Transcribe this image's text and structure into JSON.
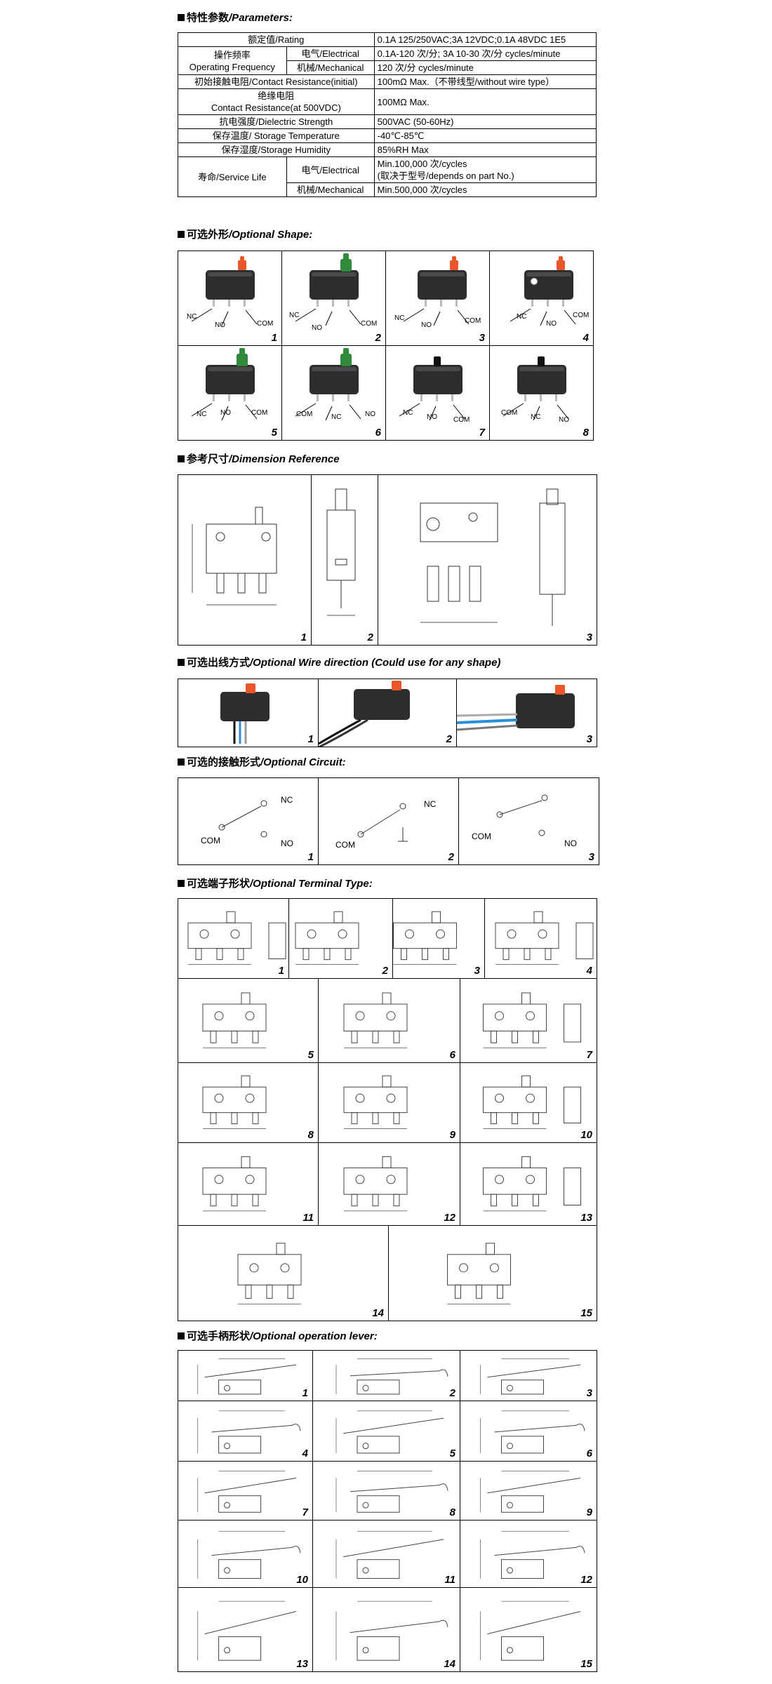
{
  "sections": {
    "parameters": {
      "zh": "特性参数",
      "en": "/Parameters:"
    },
    "shape": {
      "zh": "可选外形",
      "en": "/Optional Shape:"
    },
    "dimension": {
      "zh": "参考尺寸",
      "en": "/Dimension Reference"
    },
    "wire": {
      "zh": "可选出线方式",
      "en": "/Optional Wire direction (Could use for any shape)"
    },
    "circuit": {
      "zh": "可选的接触形式",
      "en": "/Optional Circuit:"
    },
    "terminal": {
      "zh": "可选端子形状",
      "en": "/Optional Terminal Type:"
    },
    "lever": {
      "zh": "可选手柄形状",
      "en": "/Optional operation lever:"
    }
  },
  "params": {
    "rating_label": "额定值/Rating",
    "rating_value": "0.1A 125/250VAC;3A 12VDC;0.1A 48VDC 1E5",
    "freq_label_zh": "操作频率",
    "freq_label_en": "Operating Frequency",
    "freq_elec_label": "电气/Electrical",
    "freq_elec_value": "0.1A-120 次/分; 3A 10-30 次/分  cycles/minute",
    "freq_mech_label": "机械/Mechanical",
    "freq_mech_value": "120 次/分    cycles/minute",
    "cr_label": "初始接触电阻/Contact Resistance(initial)",
    "cr_value": "100mΩ Max.（不带线型/without wire type）",
    "ir_label_zh": "绝缘电阻",
    "ir_label_en": "Contact Resistance(at 500VDC)",
    "ir_value": "100MΩ Max.",
    "ds_label": "抗电强度/Dielectric Strength",
    "ds_value": "500VAC (50-60Hz)",
    "st_label": "保存温度/ Storage Temperature",
    "st_value": "-40℃-85℃",
    "sh_label": "保存湿度/Storage Humidity",
    "sh_value": "85%RH Max",
    "life_label": "寿命/Service Life",
    "life_elec_label": "电气/Electrical",
    "life_elec_value1": "Min.100,000 次/cycles",
    "life_elec_value2": "(取决于型号/depends on part No.)",
    "life_mech_label": "机械/Mechanical",
    "life_mech_value": "Min.500,000 次/cycles"
  },
  "pins": {
    "nc": "NC",
    "no": "NO",
    "com": "COM"
  },
  "shape_numbers": [
    "1",
    "2",
    "3",
    "4",
    "5",
    "6",
    "7",
    "8"
  ],
  "dimension_numbers": [
    "1",
    "2",
    "3"
  ],
  "wire_numbers": [
    "1",
    "2",
    "3"
  ],
  "circuit_numbers": [
    "1",
    "2",
    "3"
  ],
  "terminal_numbers": [
    "1",
    "2",
    "3",
    "4",
    "5",
    "6",
    "7",
    "8",
    "9",
    "10",
    "11",
    "12",
    "13",
    "14",
    "15"
  ],
  "lever_numbers": [
    "1",
    "2",
    "3",
    "4",
    "5",
    "6",
    "7",
    "8",
    "9",
    "10",
    "11",
    "12",
    "13",
    "14",
    "15"
  ],
  "colors": {
    "orange_actuator": "#e8562a",
    "green_actuator": "#2f8a3c",
    "body": "#2d2d2f",
    "wire_blue": "#2a8fd6"
  }
}
